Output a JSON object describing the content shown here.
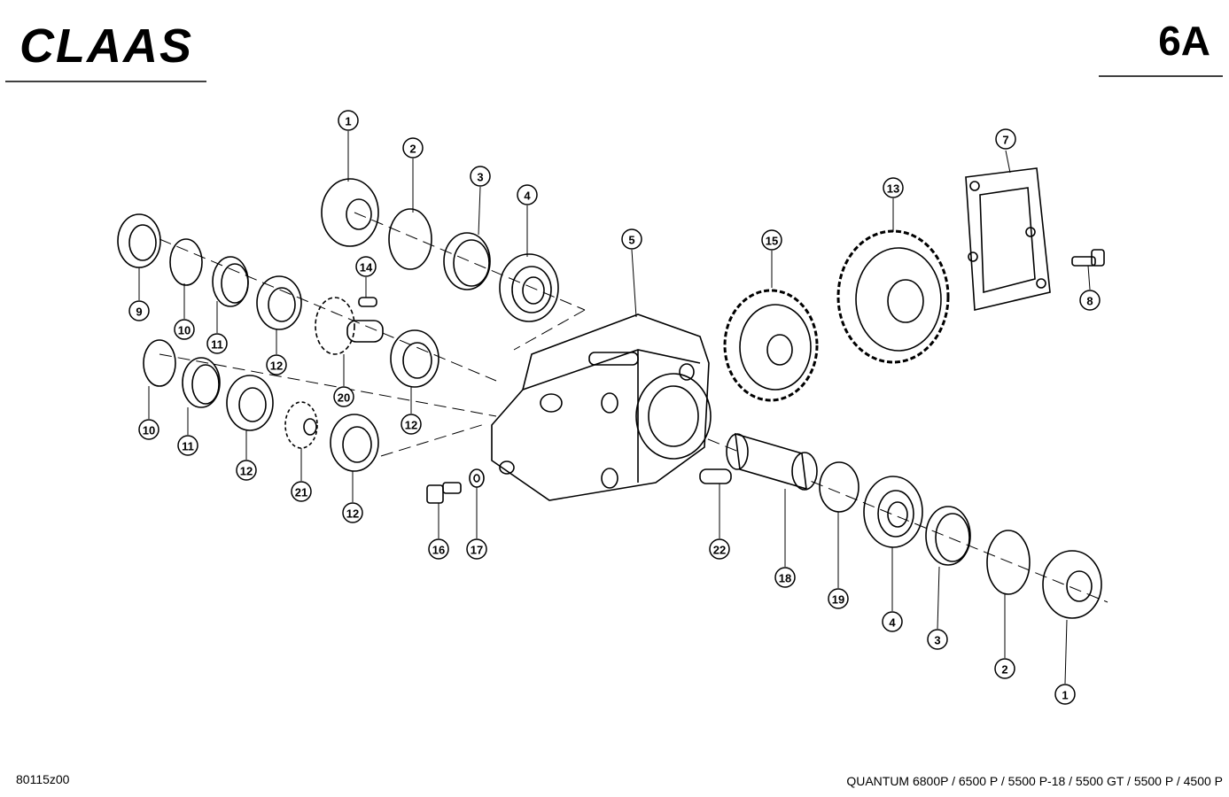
{
  "header": {
    "brand": "CLAAS",
    "page_number": "6A"
  },
  "footer": {
    "drawing_number": "80115z00",
    "models": "QUANTUM 6800P / 6500 P / 5500 P-18 / 5500 GT / 5500 P / 4500 P"
  },
  "callouts": [
    "1",
    "2",
    "3",
    "4",
    "5",
    "7",
    "13",
    "15",
    "8",
    "9",
    "10",
    "11",
    "12",
    "14",
    "20",
    "10",
    "11",
    "12",
    "21",
    "12",
    "12",
    "16",
    "17",
    "22",
    "18",
    "19",
    "4",
    "3",
    "2",
    "1"
  ]
}
